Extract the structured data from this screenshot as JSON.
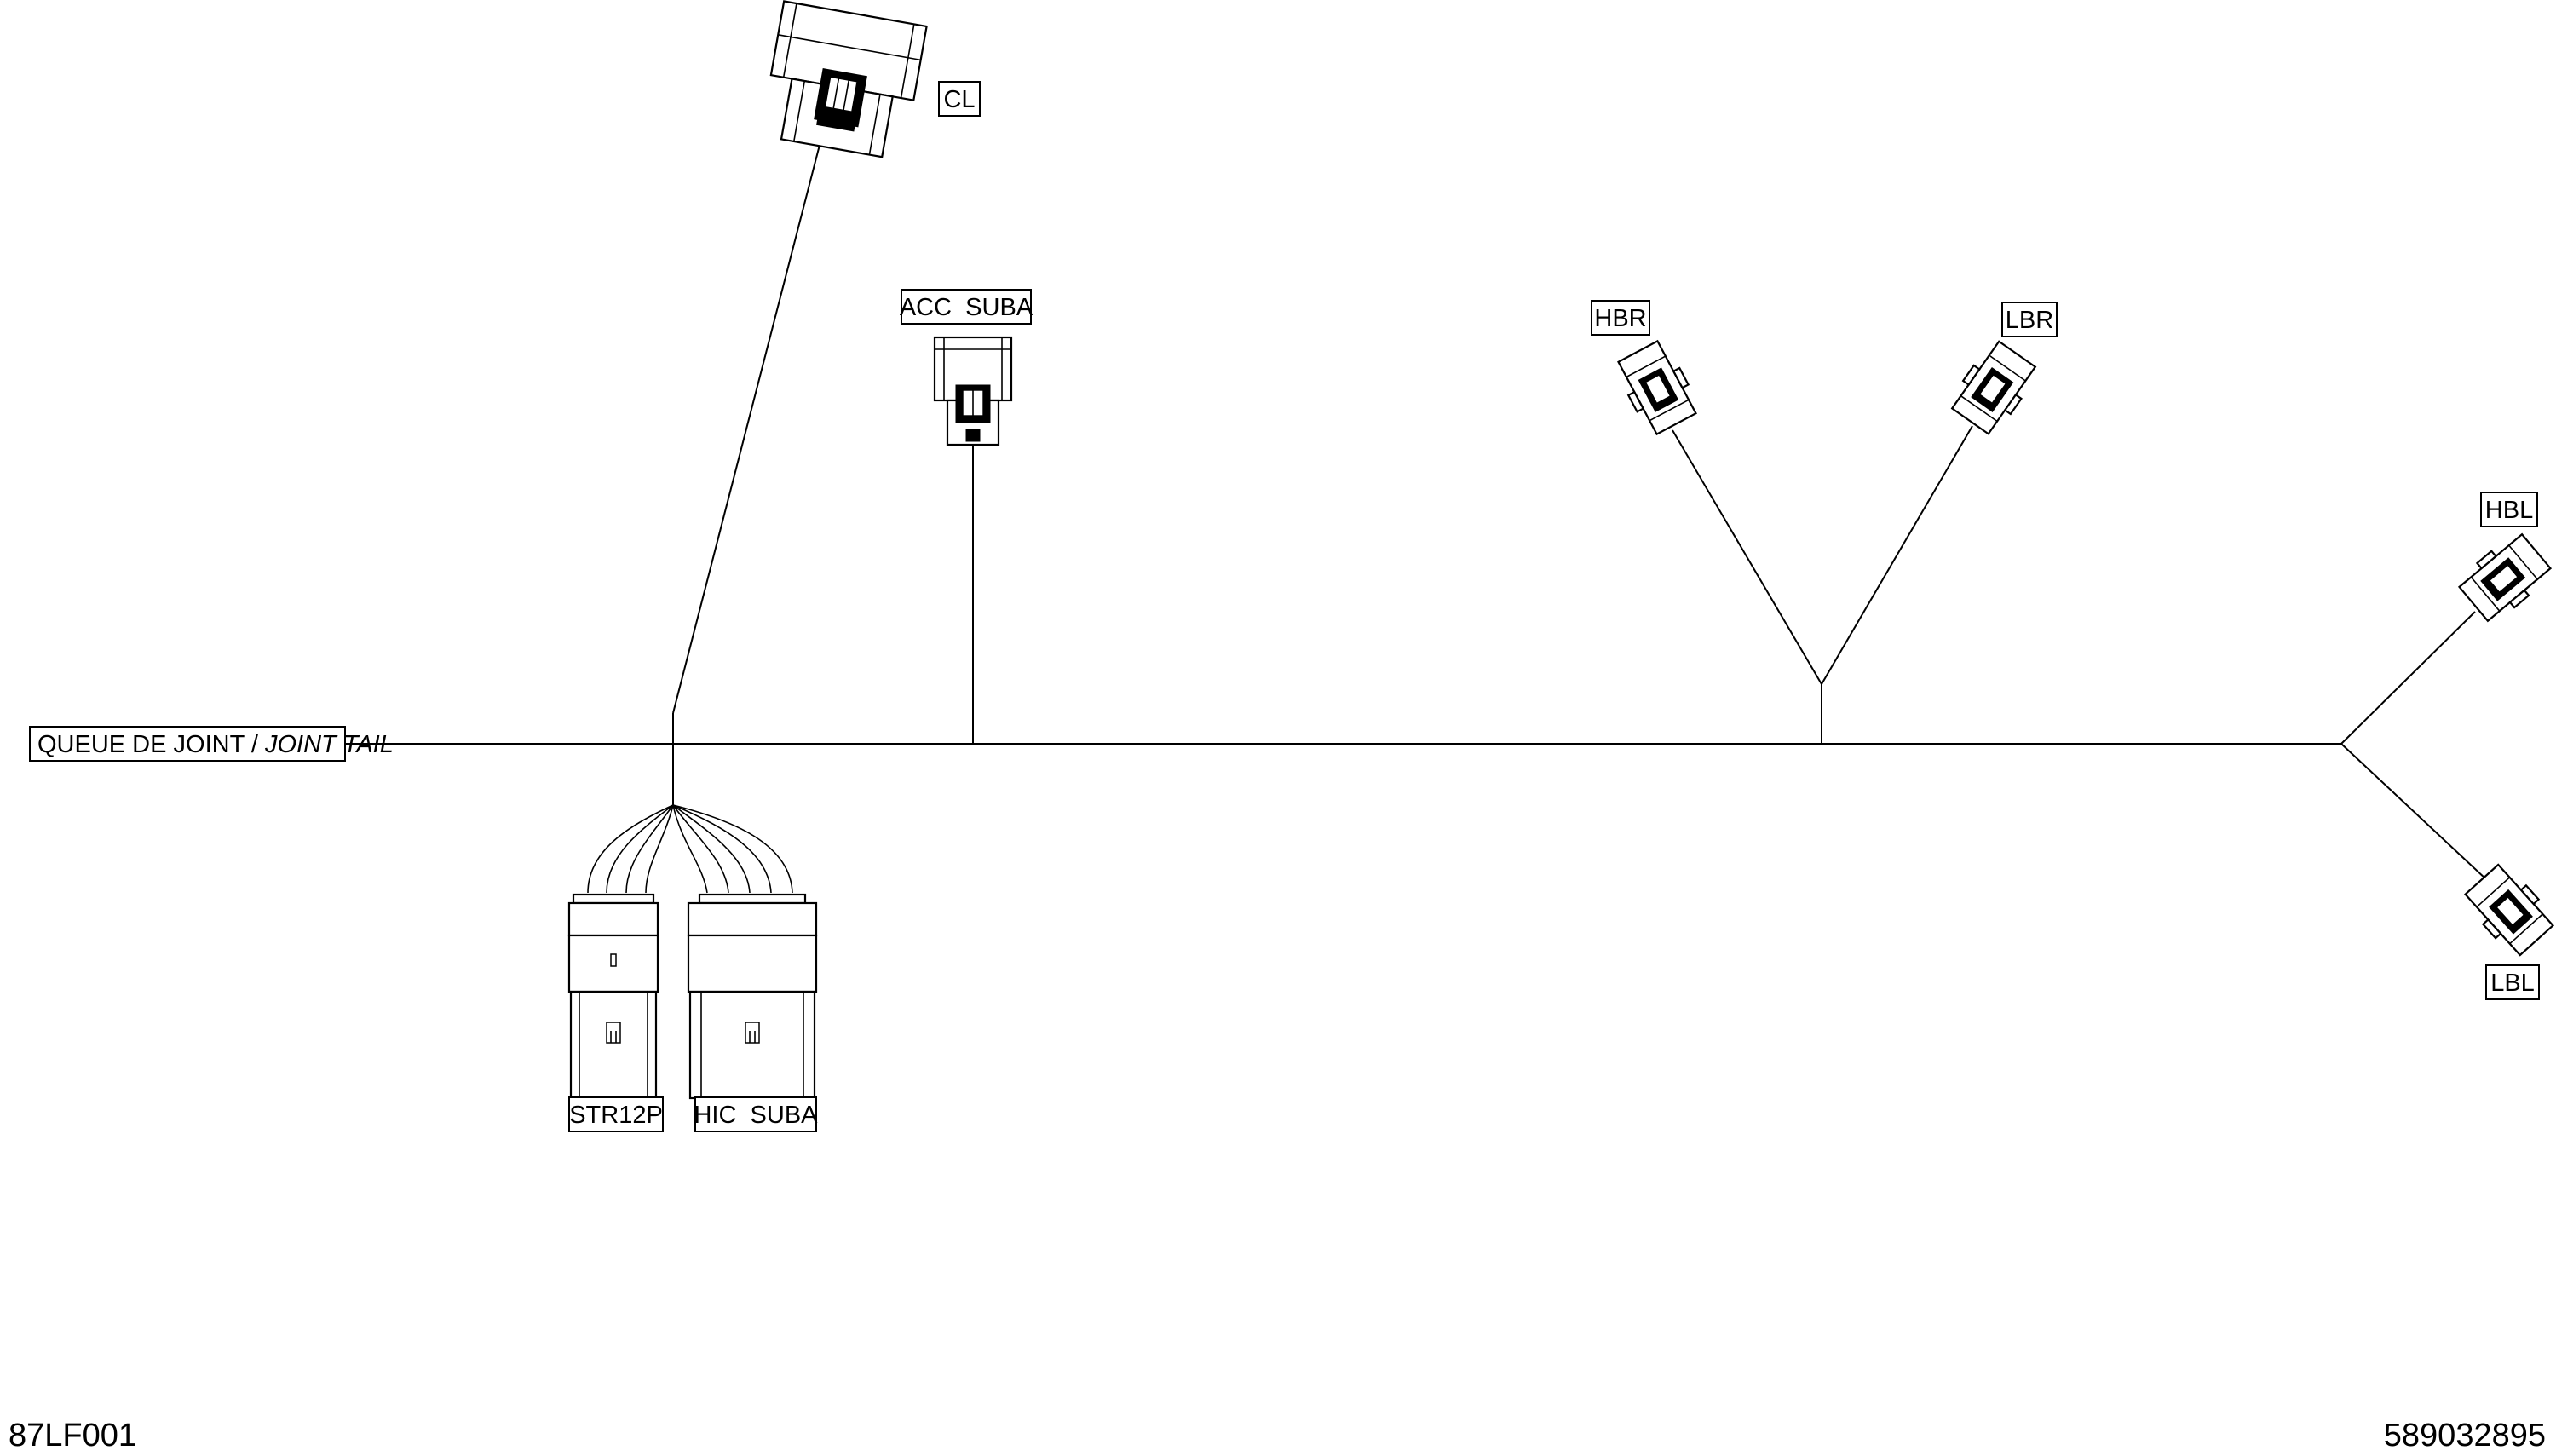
{
  "diagram": {
    "labels": {
      "cl": "CL",
      "acc_suba": "ACC  SUBA",
      "hbr": "HBR",
      "lbr": "LBR",
      "hbl": "HBL",
      "lbl": "LBL",
      "str12p": "STR12P",
      "hic_suba": "HIC  SUBA",
      "joint_tail_fr": "QUEUE DE JOINT / ",
      "joint_tail_en": "JOINT TAIL"
    },
    "codes": {
      "figure_code": "87LF001",
      "part_number": "589032895"
    }
  }
}
